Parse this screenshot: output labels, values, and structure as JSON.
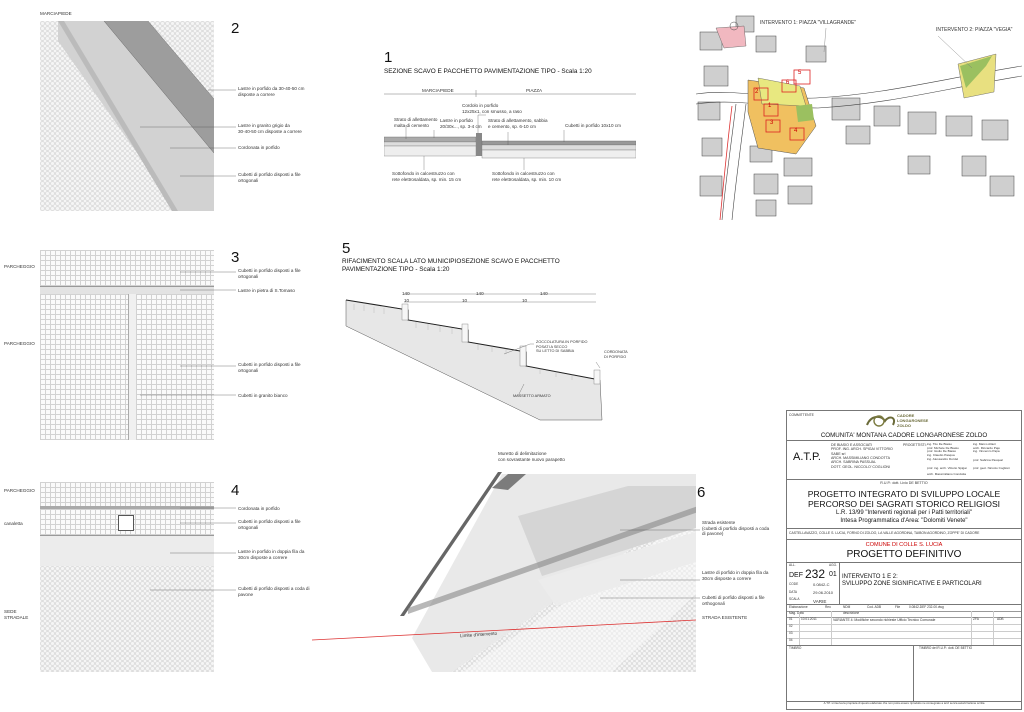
{
  "sheet_labels": {
    "marciapiede": "MARCIAPIEDE",
    "parcheggio_a": "PARCHEGGIO",
    "parcheggio_b": "PARCHEGGIO",
    "parcheggio_c": "PARCHEGGIO",
    "canaletta": "canaletta",
    "sede_stradale": "SEDE\nSTRADALE"
  },
  "detail_numbers": {
    "d1": "1",
    "d2": "2",
    "d3": "3",
    "d4": "4",
    "d5": "5",
    "d6": "6"
  },
  "detail2": {
    "l1": "Lastre in porfido da 30-40-50 cm\ndisposte a correre",
    "l2": "Lastre in granito grigio da\n30-40-50 cm disposte a correre",
    "l3": "Cordonata in porfido",
    "l4": "Cubetti di porfido disposti a file\nortogonali"
  },
  "detail1": {
    "title": "SEZIONE SCAVO E PACCHETTO PAVIMENTAZIONE TIPO - Scala 1:20",
    "hdr_a": "MARCIAPIEDE",
    "hdr_b": "PIAZZA",
    "l1": "Cordolo in porfido\n12x25x1, con smusso, a raso",
    "l2": "Strato di allettamento\nmalta di cemento",
    "l3": "Lastre in porfido\n20/30x..., sp. 3-4 cm",
    "l4": "Strato di allettamento, sabbia\ne cemento, sp. 6-10 cm",
    "l5": "Cubetti in porfido 10x10 cm",
    "l6": "Sottofondo in calcestruzzo con\nrete elettrosaldata, sp. min. 15 cm",
    "l7": "Sottofondo in calcestruzzo con\nrete elettrosaldata, sp. min. 10 cm"
  },
  "detail3": {
    "l1": "Cubetti in porfido disposti a file\nortogonali",
    "l2": "Lastre in pietra di S.Tomaso",
    "l3": "Cubetti in porfido disposti a file\nortogonali",
    "l4": "Cubetti in granito bianco"
  },
  "detail5": {
    "title": "RIFACIMENTO SCALA LATO MUNICIPIOSEZIONE SCAVO E PACCHETTO\nPAVIMENTAZIONE TIPO - Scala 1:20",
    "dims": [
      "140",
      "140",
      "140",
      "10",
      "10",
      "10"
    ],
    "l1": "ZOCCOLATURA IN PORFIDO\nPOSATI A SECCO\nSU LETTO DI SABBIA",
    "l2": "CORDONATA\nDI PORFIDO",
    "l3": "MASSETTO ARMATO"
  },
  "detail4": {
    "l1": "Cordonata in porfido",
    "l2": "Cubetti in porfido disposti a file\nortogonali",
    "l3": "Lastre in porfido in doppia fila da\n30cm disposte a correre",
    "l4": "Cubetti di porfido disposti a coda di\npavone"
  },
  "detail6": {
    "top": "Muretto di delimitazione\ncon sovrastante nuovo parapetto",
    "l1": "Strada esistente\n(cubetti di porfido disposti a coda\ndi pavone)",
    "l2": "Lastre di porfido in doppia fila da\n30cm disposte a correre",
    "l3": "Cubetti di porfido disposti a file\northogonali",
    "l4": "STRADA ESISTENTE",
    "red_line": "Limite d'intervento"
  },
  "map": {
    "i1": "INTERVENTO 1: PIAZZA \"VILLAGRANDE\"",
    "i2": "INTERVENTO 2: PIAZZA \"VEGIA\"",
    "m1": "1",
    "m2": "2",
    "m3": "3",
    "m4": "4",
    "m5": "5",
    "m6": "6"
  },
  "titleblock": {
    "committente": "COMMITTENTE",
    "logo_line1": "CADORE",
    "logo_line2": "LONGARONESE",
    "logo_line3": "ZOLDO",
    "entity": "COMUNITA' MONTANA CADORE LONGARONESE ZOLDO",
    "atp": "A.T.P.",
    "team_left": "DE BIASIO E ASSOCIATI\nPROF. ING. ARCH. SPIGAI VITTORIO\nSABE srl\nARCH. MASSIMILIANO CONDOTTA\nARCH. SABRINA PASSUAL\nDOTT. GEOL. NICCOLO' COGLIONI",
    "progettisti": "PROGETTISTI:",
    "team_r1": "ing. Tito De Biasio\nprof. Michele De Biasio\nprof. Giulio De Biasio\ning. Claudio Pasqua\ning. Alessandro Dordel",
    "team_r2": "ing. Marco Altieri\narch. Riccardo Pajo\ning. Vincenzo Papa",
    "team_r3": "prof. ing. arch. Vittorio Spigai",
    "team_r4": "prof. Sabrina Pasqual",
    "team_r5": "prof. geol. Niccolo Coglioni",
    "team_r6": "arch. Massimiliano Condotta",
    "rup": "R.U.P.: dott. Livio DE BETTIO",
    "proj1": "PROGETTO INTEGRATO DI SVILUPPO LOCALE",
    "proj2": "PERCORSO DEI SAGRATI STORICO RELIGIOSI",
    "proj3": "L.R. 13/99 \"Interventi regionali per i Patti territoriali\"",
    "proj4": "Intesa Programmatica d'Area: \"Dolomiti Venete\"",
    "comuni": "CASTELLAVAZZO, COLLE S. LUCIA, FORNO DI ZOLDO, LA VALLE AGORDINA, TAIBON AGORDINO, ZOPPE' DI CADORE",
    "comune": "COMUNE DI COLLE S. LUCIA",
    "phase": "PROGETTO DEFINITIVO",
    "lbl_all": "ALL.",
    "lbl_def": "DEF",
    "tav": "232",
    "lbl_agg": "AGG.",
    "agg": "01",
    "lbl_code": "CODE",
    "code": "0.0842-C",
    "lbl_data": "DATA",
    "data": "29.06.2010",
    "lbl_scala": "SCALA",
    "scala": "VARIE",
    "int_title": "INTERVENTO 1 E 2:\nSVILUPPO ZONE SIGNIFICATIVE E PARTICOLARI",
    "row_a": "Elaborazione",
    "row_b": "Rev.",
    "row_c": "NDM",
    "row_d": "Cod. ADB",
    "row_e": "File",
    "file": "0.0842-DEF 232-00.dwg",
    "rev_hdr": "Mag. Data",
    "rev_desc_hdr": "descrizione",
    "rev01_n": "01",
    "rev01_d": "10.01.2011",
    "rev01_t": "VARIANTE 4: Modifiche secondo richieste Ufficio Tecnico Comunale",
    "rev01_s": "ZFA",
    "rev01_a": "ADB",
    "rev02": "02",
    "rev03": "03",
    "rev04": "04",
    "timbro": "TIMBRO",
    "timbro2": "TIMBRO del R.U.P.: dott. DE BETTIO",
    "footer": "A.T.P. si riserva la proprieta di questo elaborato che non potra essere riprodotto ne consegnato a terzi senza autorizzazione scritta"
  }
}
